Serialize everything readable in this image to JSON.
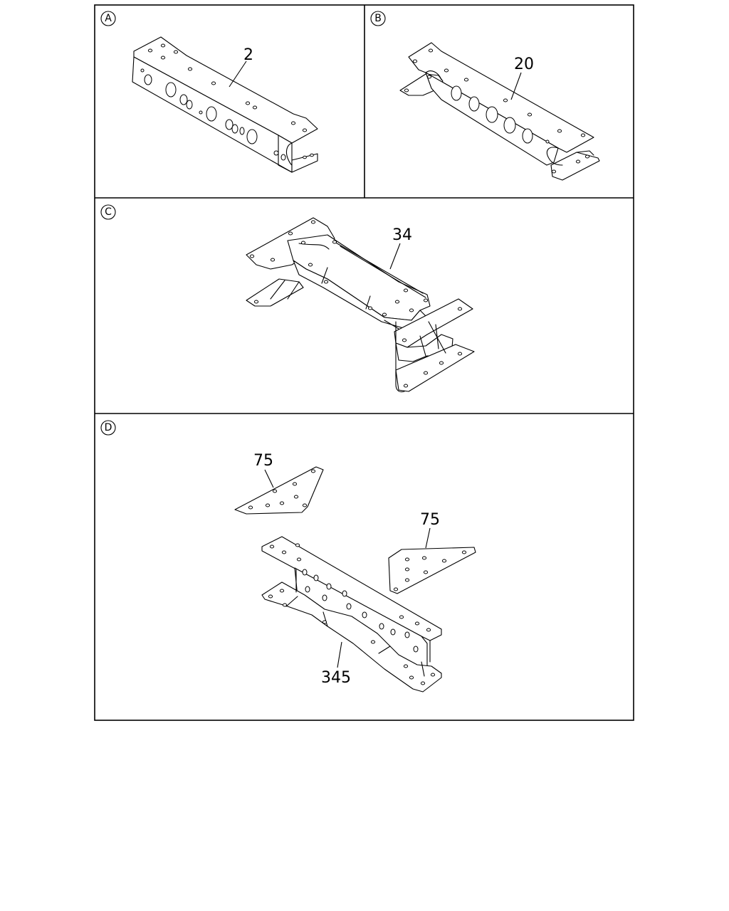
{
  "panels": [
    {
      "id": "a",
      "label": "A",
      "parts": [
        {
          "number": "2"
        }
      ]
    },
    {
      "id": "b",
      "label": "B",
      "parts": [
        {
          "number": "20"
        }
      ]
    },
    {
      "id": "c",
      "label": "C",
      "parts": [
        {
          "number": "34"
        }
      ]
    },
    {
      "id": "d",
      "label": "D",
      "parts": [
        {
          "number": "75"
        },
        {
          "number": "75"
        },
        {
          "number": "345"
        }
      ]
    }
  ],
  "colors": {
    "line": "#000000",
    "background": "#ffffff"
  }
}
